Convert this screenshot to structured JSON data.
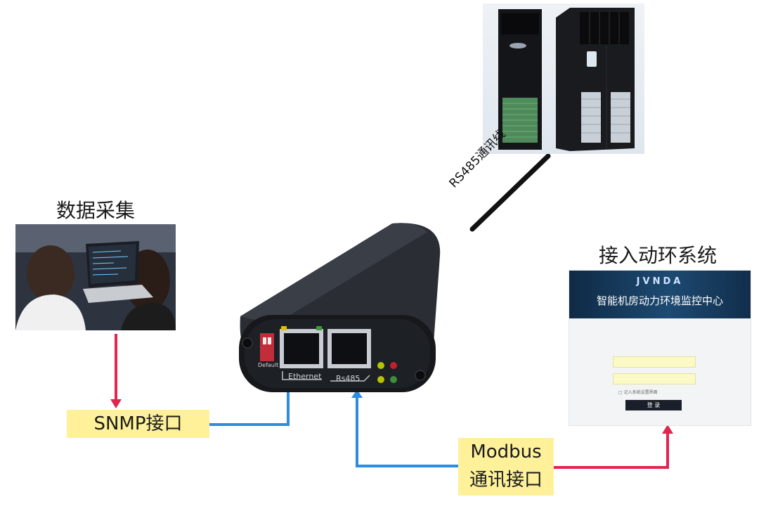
{
  "labels": {
    "data_collection": "数据采集",
    "access_system": "接入动环系统",
    "snmp_interface": "SNMP接口",
    "modbus_line1": "Modbus",
    "modbus_line2": "通讯接口",
    "rs485_cable": "RS485通讯线"
  },
  "device": {
    "port_ethernet": "Ethernet",
    "port_rs485": "Rs485",
    "switch_label": "Default"
  },
  "login_screen": {
    "logo": "JVNDA",
    "title": "智能机房动力环境监控中心",
    "remember": "□ 记入系统设置界面",
    "login_button": "登 录"
  },
  "colors": {
    "red_wire": "#e0254f",
    "blue_wire": "#2b8ce0",
    "label_highlight": "#fef19a",
    "cable": "#111111"
  },
  "icons": {
    "laptop_photo": "people-with-laptop",
    "ac_photo": "precision-air-conditioner",
    "device_photo": "network-converter-device"
  }
}
